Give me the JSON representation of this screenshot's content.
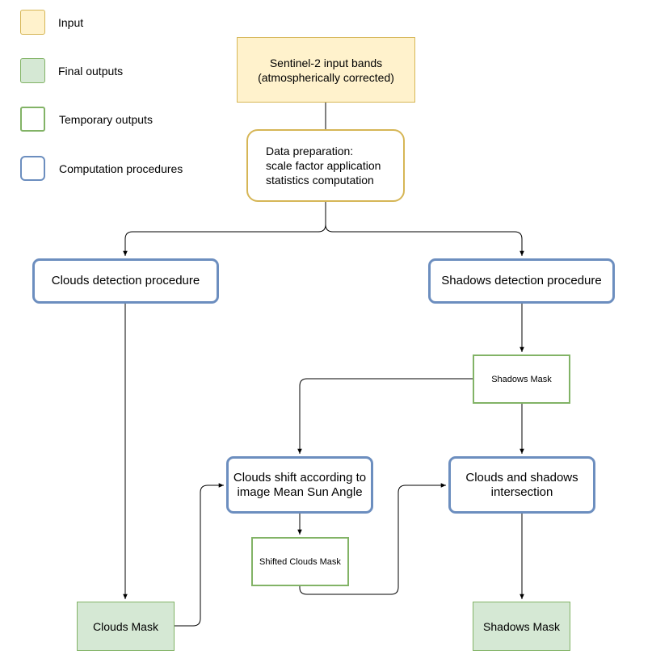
{
  "legend": {
    "input": "Input",
    "final": "Final outputs",
    "temporary": "Temporary outputs",
    "procedures": "Computation procedures"
  },
  "nodes": {
    "sentinel": "Sentinel-2 input bands\n(atmospherically corrected)",
    "prep": "Data preparation:\nscale factor application\nstatistics computation",
    "clouds_detect": "Clouds detection procedure",
    "shadows_detect": "Shadows detection procedure",
    "shadows_mask_temp": "Shadows Mask",
    "clouds_shift": "Clouds shift according to\nimage Mean Sun Angle",
    "intersection": "Clouds and shadows\nintersection",
    "shifted_mask": "Shifted Clouds Mask",
    "clouds_mask": "Clouds Mask",
    "shadows_mask_final": "Shadows Mask"
  },
  "colors": {
    "input_fill": "#fff2cc",
    "input_stroke": "#d6b656",
    "final_fill": "#d5e8d4",
    "final_stroke": "#82b366",
    "proc_stroke": "#6c8ebf"
  }
}
